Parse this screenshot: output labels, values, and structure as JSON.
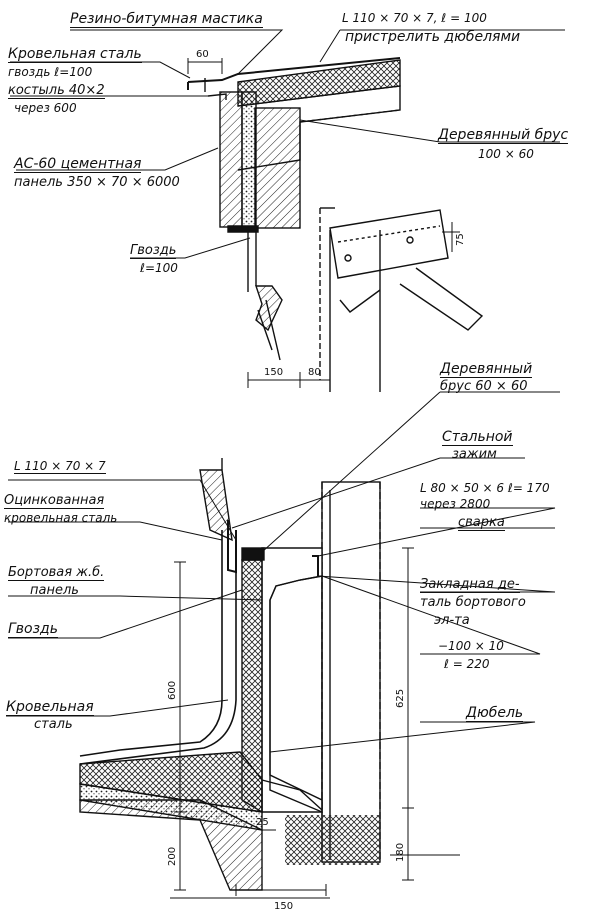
{
  "top": {
    "mastic": "Резино-битумная мастика",
    "angle_top": "L 110 × 70 × 7,  ℓ = 100",
    "dowels": "пристрелить дюбелями",
    "roof_steel": "Кровельная сталь",
    "nail_100": "гвоздь ℓ=100",
    "crutch_1": "костыль 40×2",
    "crutch_2": "через 600",
    "beam_100_1": "Деревянный брус",
    "beam_100_2": "100 × 60",
    "panel_1": "АС-60 цементная",
    "panel_2": "панель 350 × 70 × 6000",
    "nail_1": "Гвоздь",
    "nail_2": "ℓ=100",
    "dim_60": "60",
    "dim_150": "150",
    "dim_80": "80",
    "dim_75": "75"
  },
  "bottom": {
    "beam_60_1": "Деревянный",
    "beam_60_2": "брус 60 × 60",
    "clamp_1": "Стальной",
    "clamp_2": "зажим",
    "angle": "L 110 × 70 × 7",
    "galv_1": "Оцинкованная",
    "galv_2": "кровельная сталь",
    "angle_80_1": "L 80 × 50 × 6  ℓ= 170",
    "angle_80_2": "через 2800",
    "weld": "сварка",
    "side_panel_1": "Бортовая ж.б.",
    "side_panel_2": "панель",
    "embed_1": "Закладная де-",
    "embed_2": "таль бортового",
    "embed_3": "эл-та",
    "nail": "Гвоздь",
    "plate_1": "−100 × 10",
    "plate_2": "ℓ = 220",
    "roof_steel_1": "Кровельная",
    "roof_steel_2": "сталь",
    "dowel": "Дюбель",
    "dim_600": "600",
    "dim_625": "625",
    "dim_200": "200",
    "dim_25": "25",
    "dim_180": "180",
    "dim_150": "150"
  }
}
